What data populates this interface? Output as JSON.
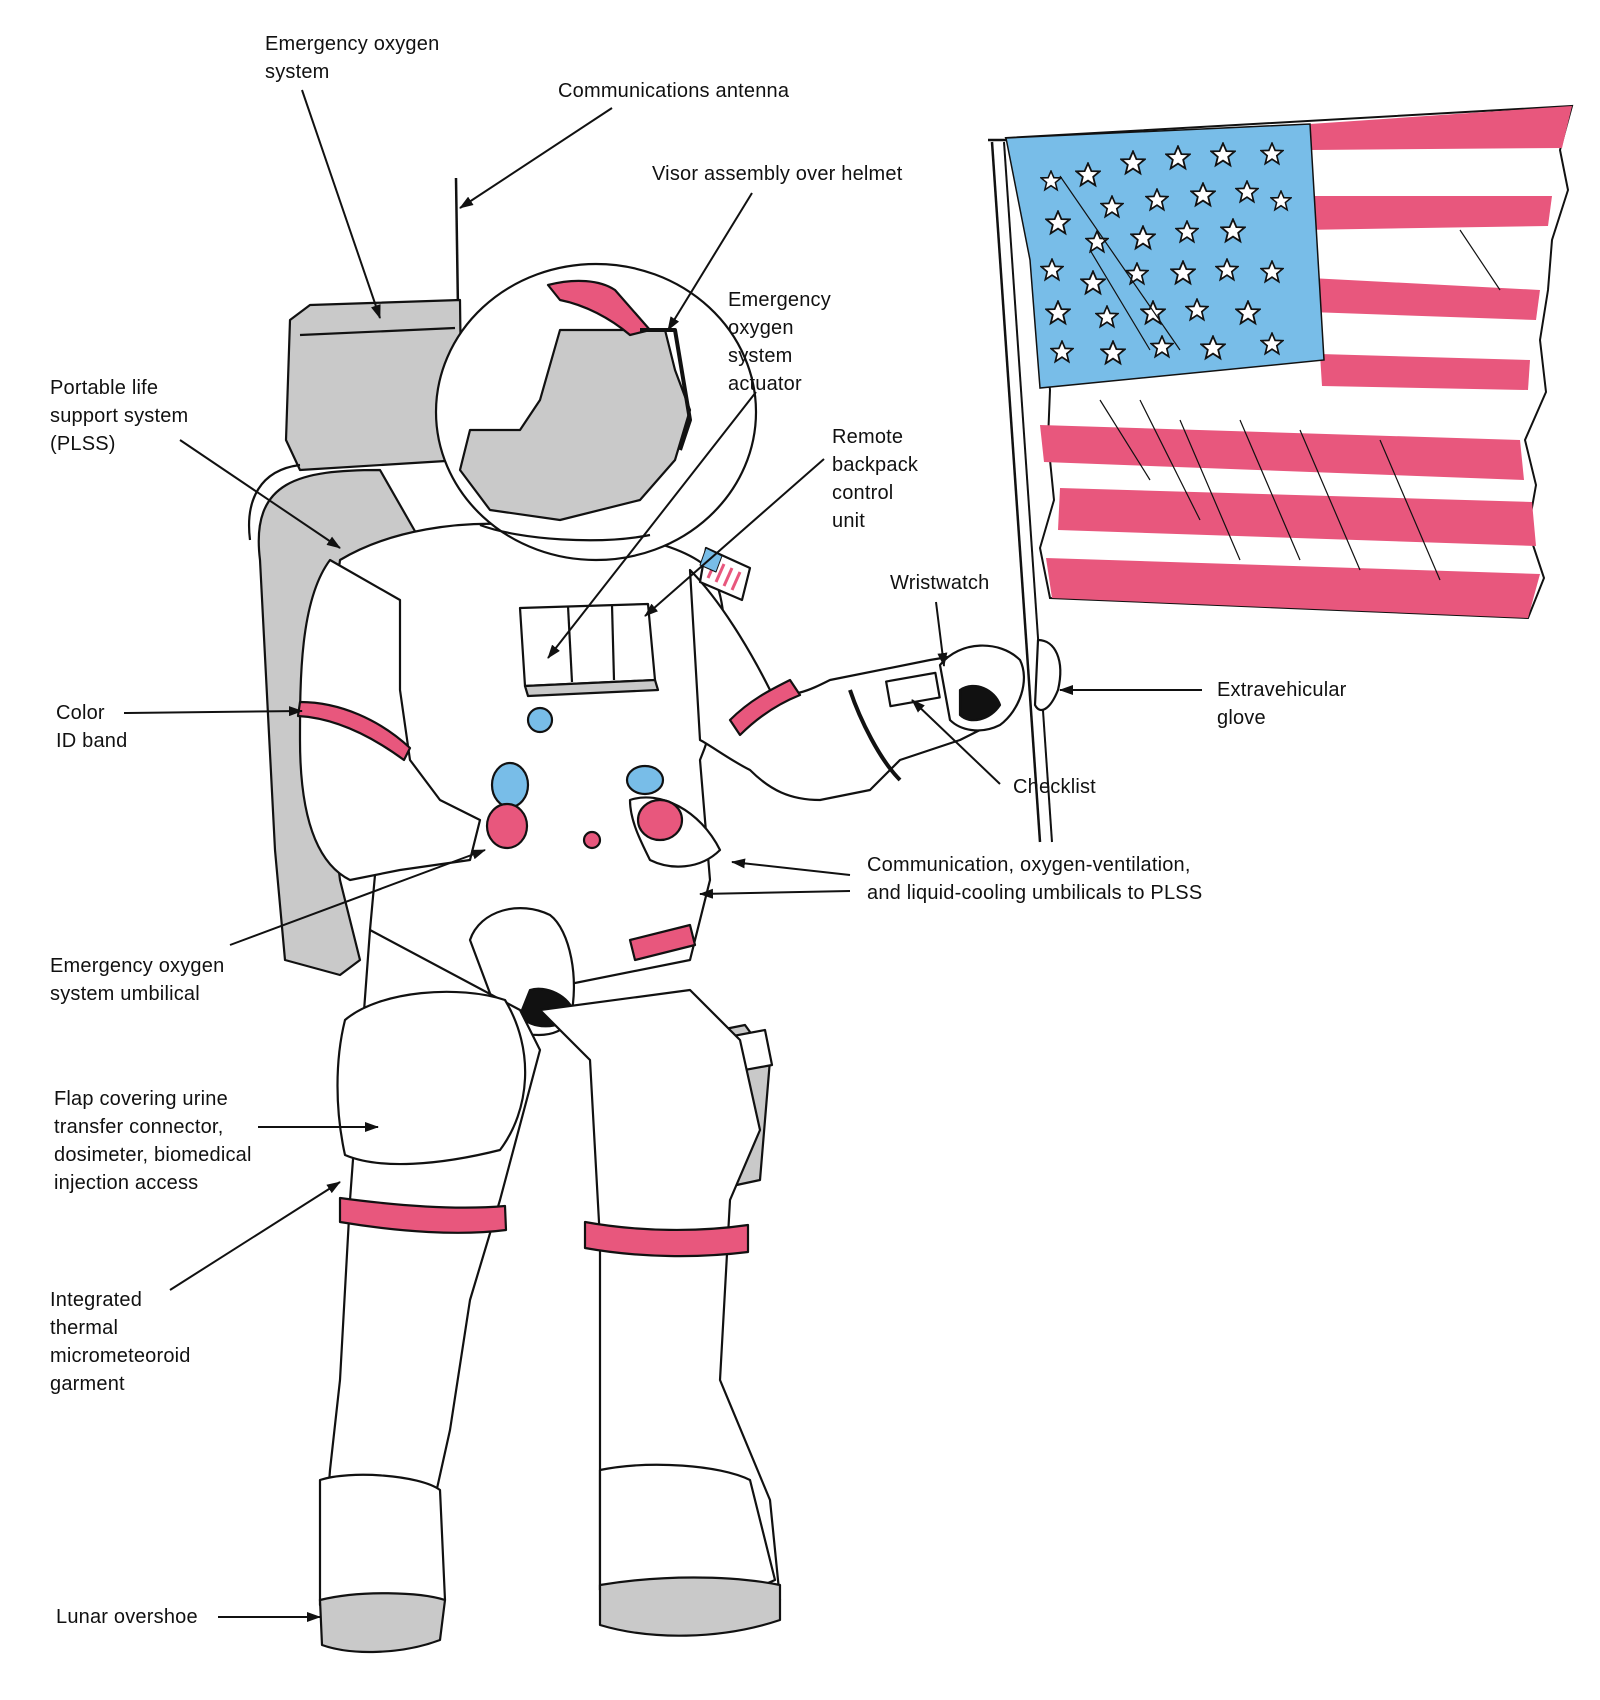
{
  "colors": {
    "ink": "#111111",
    "suit": "#ffffff",
    "gray": "#c9c9c9",
    "pink": "#e8577d",
    "blue": "#78bde8"
  },
  "icons": [
    "astronaut-illustration",
    "american-flag",
    "flag-pole"
  ],
  "labels": {
    "emergency_oxygen_system": "Emergency oxygen\nsystem",
    "communications_antenna": "Communications antenna",
    "visor_assembly": "Visor assembly over helmet",
    "emergency_oxygen_actuator": "Emergency\noxygen\nsystem\nactuator",
    "plss": "Portable life\nsupport system\n(PLSS)",
    "remote_control_unit": "Remote\nbackpack\ncontrol\nunit",
    "wristwatch": "Wristwatch",
    "color_id_band": "Color\nID band",
    "extravehicular_glove": "Extravehicular\nglove",
    "checklist": "Checklist",
    "umbilicals": "Communication, oxygen-ventilation,\nand liquid-cooling umbilicals to PLSS",
    "emergency_oxygen_umbilical": "Emergency oxygen\nsystem umbilical",
    "flap_covering": "Flap covering urine\ntransfer connector,\ndosimeter, biomedical\ninjection access",
    "itmg": "Integrated\nthermal\nmicrometeoroid\ngarment",
    "lunar_overshoe": "Lunar overshoe"
  }
}
